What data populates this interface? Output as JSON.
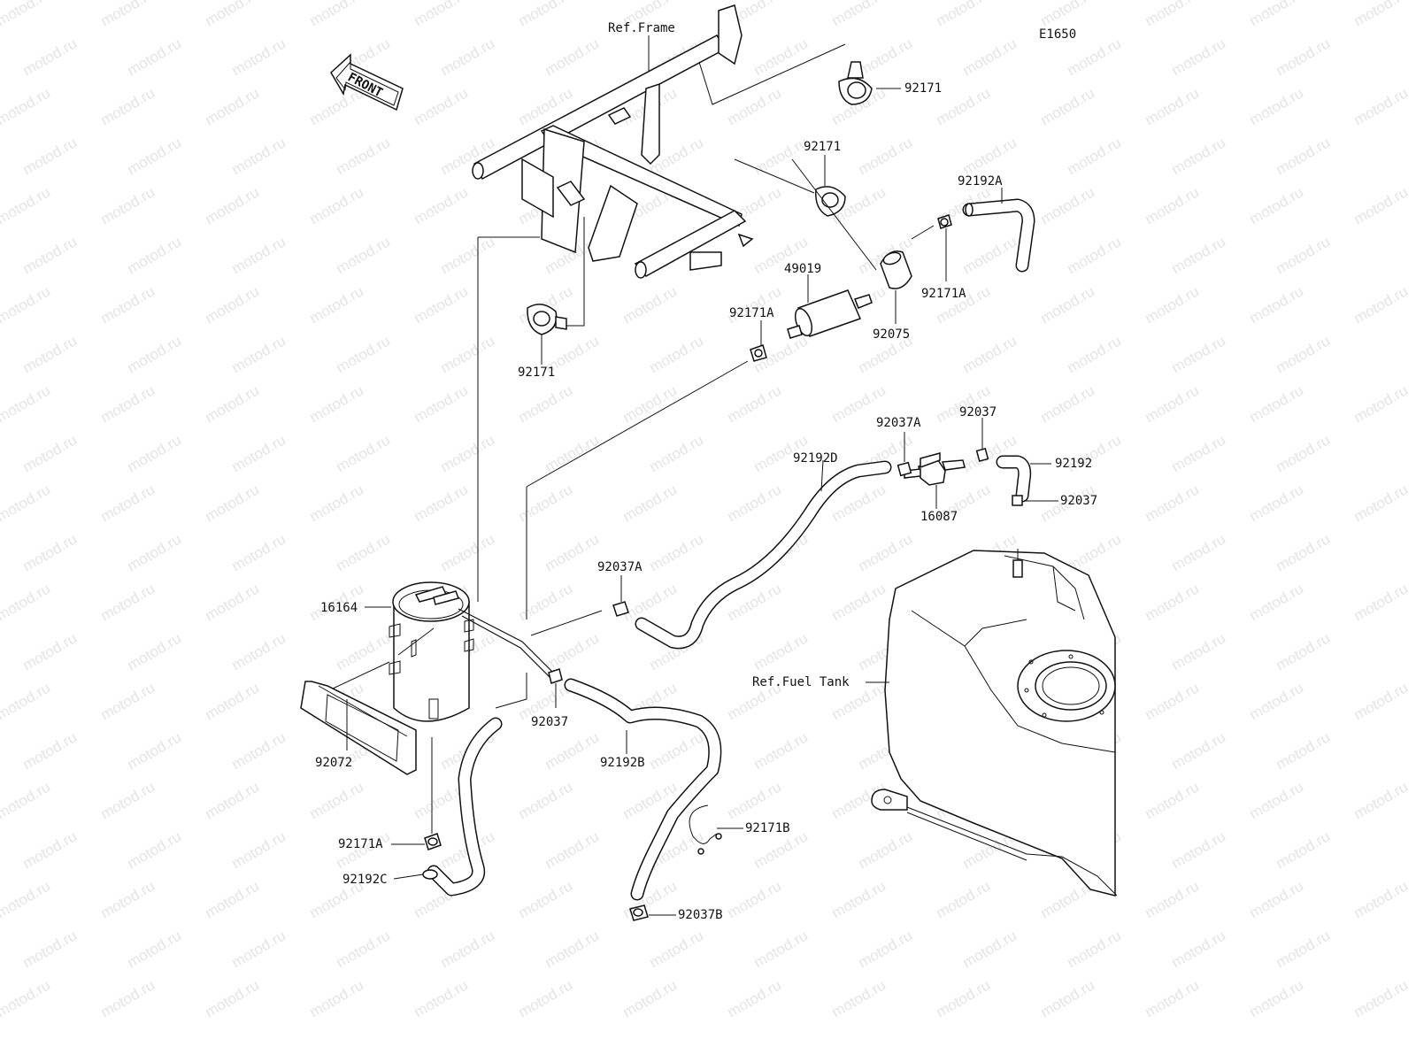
{
  "diagram": {
    "code": "E1650",
    "front_label": "FRONT",
    "ref_labels": {
      "frame": "Ref.Frame",
      "fuel_tank": "Ref.Fuel Tank"
    },
    "watermark": "motod.ru",
    "parts": [
      {
        "id": "p1",
        "number": "92171"
      },
      {
        "id": "p2",
        "number": "92171"
      },
      {
        "id": "p3",
        "number": "92192A"
      },
      {
        "id": "p4",
        "number": "49019"
      },
      {
        "id": "p5",
        "number": "92171A"
      },
      {
        "id": "p6",
        "number": "92075"
      },
      {
        "id": "p7",
        "number": "92171A"
      },
      {
        "id": "p8",
        "number": "92171"
      },
      {
        "id": "p9",
        "number": "92037A"
      },
      {
        "id": "p10",
        "number": "92037"
      },
      {
        "id": "p11",
        "number": "92192D"
      },
      {
        "id": "p12",
        "number": "92192"
      },
      {
        "id": "p13",
        "number": "92037"
      },
      {
        "id": "p14",
        "number": "16087"
      },
      {
        "id": "p15",
        "number": "92037A"
      },
      {
        "id": "p16",
        "number": "16164"
      },
      {
        "id": "p17",
        "number": "92037"
      },
      {
        "id": "p18",
        "number": "92192B"
      },
      {
        "id": "p19",
        "number": "92072"
      },
      {
        "id": "p20",
        "number": "92171B"
      },
      {
        "id": "p21",
        "number": "92171A"
      },
      {
        "id": "p22",
        "number": "92192C"
      },
      {
        "id": "p23",
        "number": "92037B"
      }
    ]
  }
}
